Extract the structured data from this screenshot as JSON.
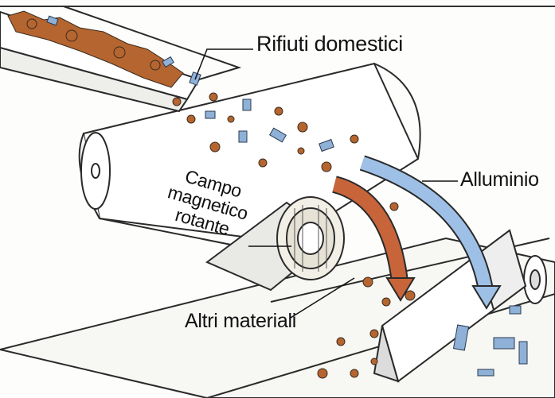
{
  "labels": {
    "household_waste": "Rifiuti domestici",
    "aluminium": "Alluminio",
    "other_materials": "Altri materiali",
    "field_line1": "Campo",
    "field_line2": "magnetico",
    "field_line3": "rotante"
  },
  "colors": {
    "waste": "#b5652f",
    "aluminium": "#8fb1d8",
    "arrow_other": "#c8643a",
    "arrow_aluminium": "#9ec0e6",
    "outline": "#2a2a2a"
  }
}
